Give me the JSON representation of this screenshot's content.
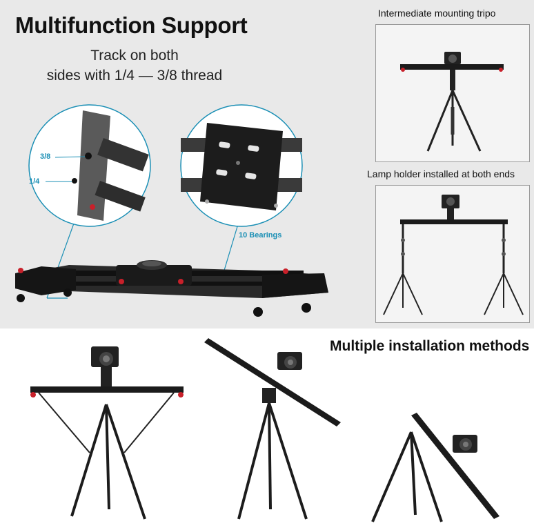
{
  "header": {
    "title": "Multifunction Support",
    "subtitle_line1": "Track on both",
    "subtitle_line2": "sides with 1/4 — 3/8 thread"
  },
  "panels": {
    "tripod_caption": "Intermediate mounting tripo",
    "lamp_caption": "Lamp holder installed at both ends"
  },
  "callouts": {
    "label_38": "3/8",
    "label_14": "1/4",
    "bearings": "10 Bearings"
  },
  "bottom": {
    "caption": "Multiple installation methods"
  },
  "colors": {
    "accent_blue": "#1a8fb5",
    "rail_black": "#1b1b1b",
    "accent_red": "#c8202a",
    "top_background": "#e9e9e9"
  }
}
